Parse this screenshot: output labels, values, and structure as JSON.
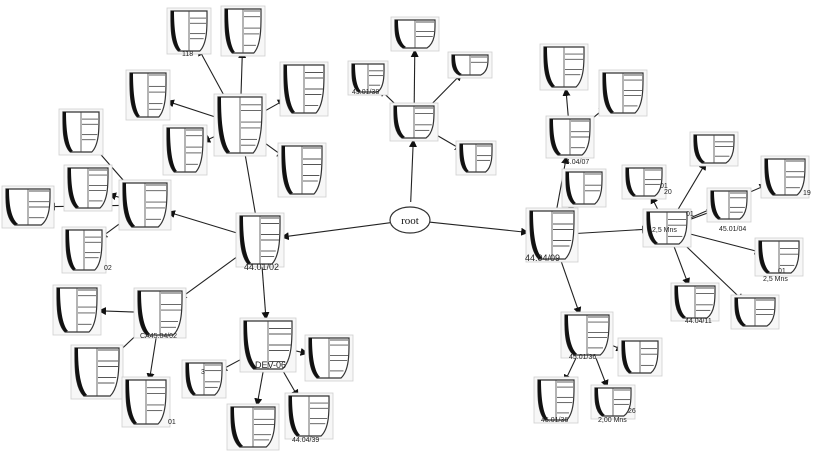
{
  "root": {
    "label": "root"
  },
  "nodes": [
    {
      "id": "n_4401_02",
      "label": "44.01/02"
    },
    {
      "id": "n_4404_09",
      "label": "44.04/09"
    },
    {
      "id": "n_dev06",
      "label": "DEV-06"
    },
    {
      "id": "n_4404_39",
      "label": "44.04/39"
    },
    {
      "id": "n_ca4504_02",
      "label": "CA45.04/02"
    },
    {
      "id": "n_02",
      "label": "02"
    },
    {
      "id": "n_118",
      "label": "118"
    },
    {
      "id": "n_4501_38",
      "label": "45.01/38"
    },
    {
      "id": "n_4404_07",
      "label": "44.04/07"
    },
    {
      "id": "n_4501_04",
      "label": "45.01/04"
    },
    {
      "id": "n_4404_11",
      "label": "44.04/11"
    },
    {
      "id": "n_4501_36a",
      "label": "45.01/36"
    },
    {
      "id": "n_4501_36b",
      "label": "45.01/36"
    },
    {
      "id": "n_01a",
      "label": "01"
    },
    {
      "id": "n_01b",
      "label": "01"
    },
    {
      "id": "n_01c",
      "label": "01"
    },
    {
      "id": "n_01d",
      "label": "01"
    },
    {
      "id": "n_25mns",
      "label": "2,5 Mns"
    },
    {
      "id": "n_20",
      "label": "20"
    },
    {
      "id": "n_19",
      "label": "19"
    },
    {
      "id": "n_2mns",
      "label": "2,5 Mns"
    },
    {
      "id": "n_20mns",
      "label": "2,00 Mns"
    },
    {
      "id": "n_26",
      "label": "26"
    },
    {
      "id": "n_3",
      "label": "3"
    }
  ]
}
